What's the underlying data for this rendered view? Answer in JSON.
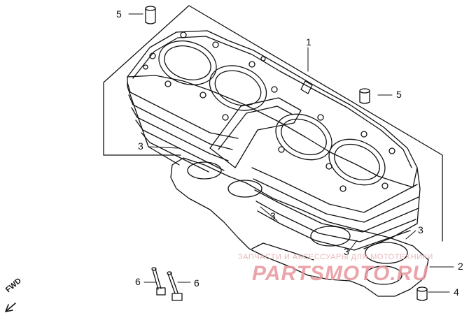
{
  "diagram": {
    "callouts": [
      {
        "id": "c5a",
        "text": "5"
      },
      {
        "id": "c1",
        "text": "1"
      },
      {
        "id": "c5b",
        "text": "5"
      },
      {
        "id": "c3a",
        "text": "3"
      },
      {
        "id": "c3b",
        "text": "3"
      },
      {
        "id": "c3c",
        "text": "3"
      },
      {
        "id": "c3d",
        "text": "3"
      },
      {
        "id": "c2",
        "text": "2"
      },
      {
        "id": "c4",
        "text": "4"
      },
      {
        "id": "c6a",
        "text": "6"
      },
      {
        "id": "c6b",
        "text": "6"
      }
    ],
    "direction_label": "FWD"
  },
  "watermark": {
    "line": "ЗАПЧАСТИ И АКСЕССУАРЫ ДЛЯ МОТОТЕХНИКИ",
    "logo": "PARTSMOTO.RU",
    "color": "#e8969c"
  },
  "colors": {
    "ink": "#111111",
    "paper": "#ffffff"
  }
}
